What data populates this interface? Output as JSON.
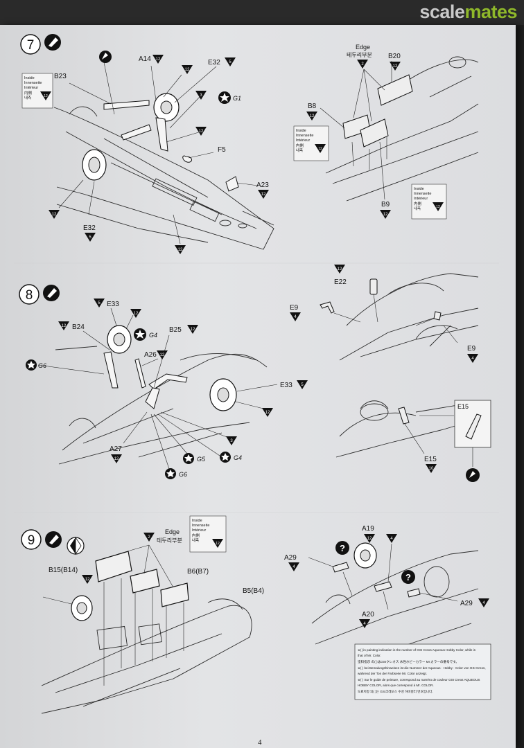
{
  "watermark": {
    "part1": "scale",
    "part2": "mates"
  },
  "page_number": "4",
  "steps": [
    {
      "number": "7"
    },
    {
      "number": "8"
    },
    {
      "number": "9"
    }
  ],
  "inside_box": {
    "en": "Inside",
    "de": "Innenseite",
    "fr": "Intérieur",
    "jp": "内側",
    "kr": "내측",
    "code": "12"
  },
  "edge_label": {
    "en": "Edge",
    "kr": "테두리부분"
  },
  "note_lines": [
    "※( )in painting indication is the number of GSI Creos Aqueous Hobby Color, while  is",
    "that of Mr. Color.",
    "塗料指示 の( )はGSIクレオス 水性ホビーカラー Mr.カラーの番号です。",
    "※( ) bei Bemalungshinweisen ist die Nummer der Aqueous · Hobby · Color von GSI Creos,",
    "während  der Ton der Farbserie Mr. Color anzeigt.",
    "※( ) Sur le guide de peinture, correspond au numéro de couleur GSI Creos AQUEOUS",
    "HOBBY COLOR, alors que  correspond à Mr. COLOR.",
    "도료지정 의( )는 GSI크레오스 수성 하비컬러 번호입니다."
  ],
  "labels": {
    "B23": "B23",
    "A14": "A14",
    "E32": "E32",
    "G1": "G1",
    "F5": "F5",
    "A23": "A23",
    "B8": "B8",
    "B20": "B20",
    "B9": "B9",
    "E33": "E33",
    "B24": "B24",
    "G4": "G4",
    "B25": "B25",
    "A26": "A26",
    "G6": "G6",
    "A27": "A27",
    "G5": "G5",
    "E22": "E22",
    "E9": "E9",
    "E15": "E15",
    "B15": "B15(B14)",
    "B6": "B6(B7)",
    "B5": "B5(B4)",
    "A19": "A19",
    "A29": "A29",
    "A20": "A20"
  },
  "codes": {
    "c12": "12",
    "c5": "5",
    "c3": "3",
    "c2": "2",
    "c4": "4",
    "c10": "10"
  },
  "colors": {
    "paper": "#dfe0e2",
    "line": "#2a2a2a",
    "brand_green": "#8fb82a",
    "brand_gray": "#c9c9c9"
  }
}
